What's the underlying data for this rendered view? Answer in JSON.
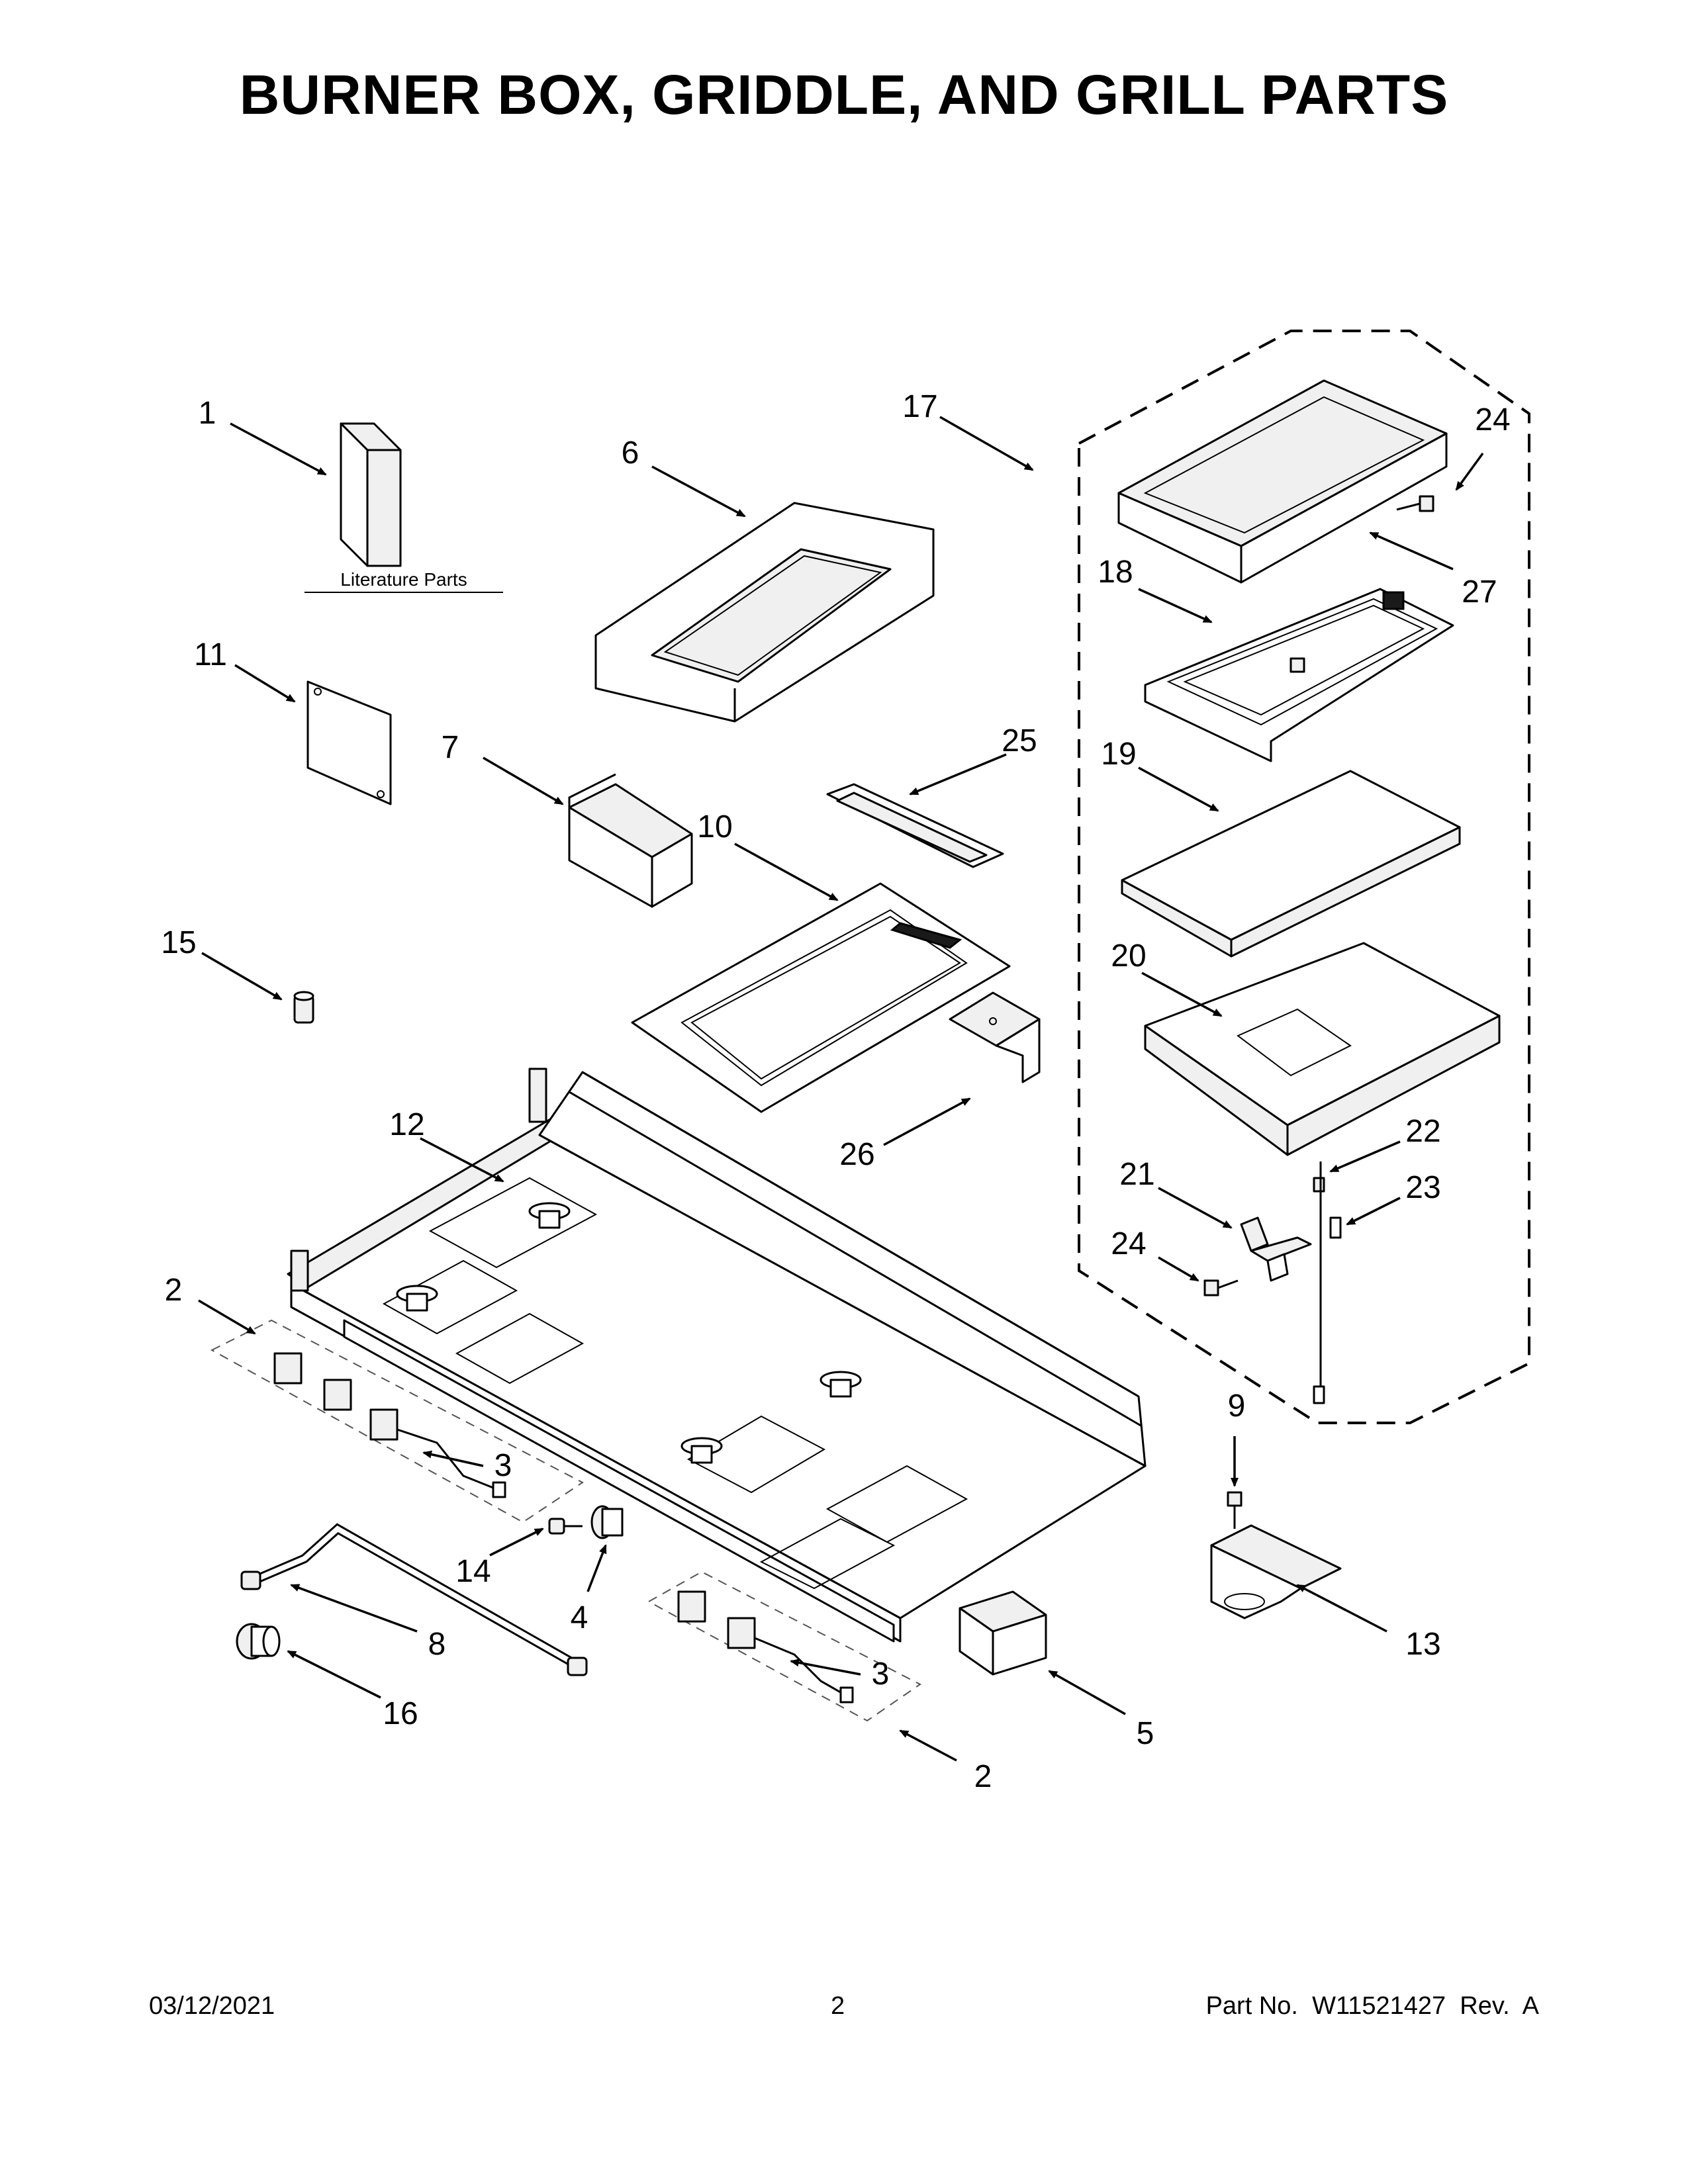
{
  "page": {
    "title": "BURNER BOX, GRIDDLE, AND GRILL PARTS",
    "literature_label": "Literature Parts"
  },
  "callouts": [
    {
      "id": "c1",
      "label": "1"
    },
    {
      "id": "c2a",
      "label": "2"
    },
    {
      "id": "c2b",
      "label": "2"
    },
    {
      "id": "c3a",
      "label": "3"
    },
    {
      "id": "c3b",
      "label": "3"
    },
    {
      "id": "c4",
      "label": "4"
    },
    {
      "id": "c5",
      "label": "5"
    },
    {
      "id": "c6",
      "label": "6"
    },
    {
      "id": "c7",
      "label": "7"
    },
    {
      "id": "c8",
      "label": "8"
    },
    {
      "id": "c9",
      "label": "9"
    },
    {
      "id": "c10",
      "label": "10"
    },
    {
      "id": "c11",
      "label": "11"
    },
    {
      "id": "c12",
      "label": "12"
    },
    {
      "id": "c13",
      "label": "13"
    },
    {
      "id": "c14",
      "label": "14"
    },
    {
      "id": "c15",
      "label": "15"
    },
    {
      "id": "c16",
      "label": "16"
    },
    {
      "id": "c17",
      "label": "17"
    },
    {
      "id": "c18",
      "label": "18"
    },
    {
      "id": "c19",
      "label": "19"
    },
    {
      "id": "c20",
      "label": "20"
    },
    {
      "id": "c21",
      "label": "21"
    },
    {
      "id": "c22",
      "label": "22"
    },
    {
      "id": "c23",
      "label": "23"
    },
    {
      "id": "c24a",
      "label": "24"
    },
    {
      "id": "c24b",
      "label": "24"
    },
    {
      "id": "c25",
      "label": "25"
    },
    {
      "id": "c26",
      "label": "26"
    },
    {
      "id": "c27",
      "label": "27"
    }
  ],
  "footer": {
    "date": "03/12/2021",
    "page_number": "2",
    "part_no": "Part No.  W11521427  Rev.  A"
  }
}
